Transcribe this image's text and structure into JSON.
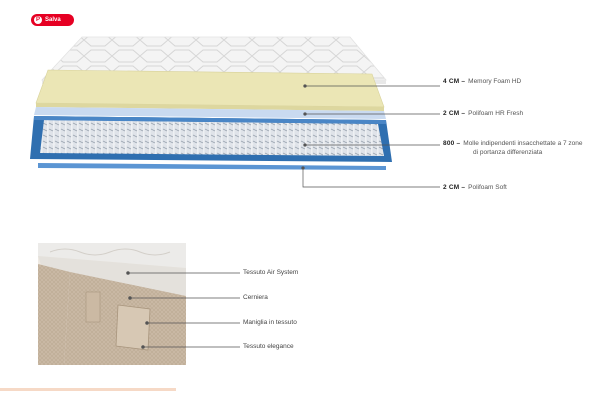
{
  "save_button": {
    "label": "Salva",
    "icon": "pinterest-icon"
  },
  "layers": [
    {
      "thickness": "4 CM –",
      "name": "Memory Foam HD"
    },
    {
      "thickness": "2 CM –",
      "name": "Polifoam HR Fresh"
    },
    {
      "thickness": "800 –",
      "name": "Molle indipendenti insacchettate a 7 zone",
      "name_line2": "di portanza differenziata"
    },
    {
      "thickness": "2 CM –",
      "name": "Polifoam Soft"
    }
  ],
  "detail_callouts": [
    {
      "name": "Tessuto Air System"
    },
    {
      "name": "Cerniera"
    },
    {
      "name": "Maniglia in tessuto"
    },
    {
      "name": "Tessuto elegance"
    }
  ],
  "colors": {
    "memory_foam": "#ebe6b5",
    "polifoam_fresh": "#c9daf0",
    "spring_frame": "#2f6fb0",
    "polifoam_soft": "#5b95d3",
    "pinterest_red": "#e60023",
    "bottom_accent": "#f6d9c6"
  }
}
